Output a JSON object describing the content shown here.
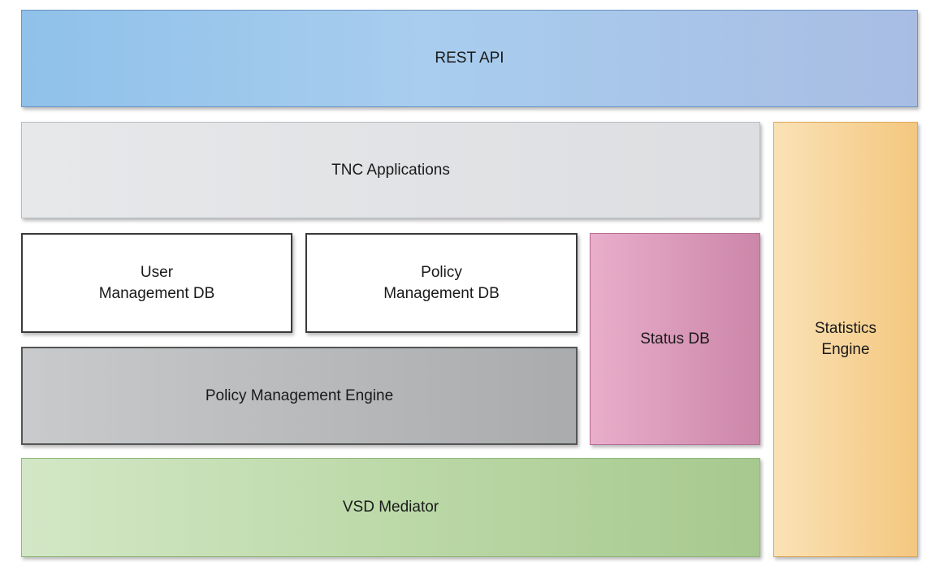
{
  "diagram": {
    "blocks": [
      {
        "id": "rest_api",
        "label": "REST API",
        "color": "#a8cdee"
      },
      {
        "id": "tnc_applications",
        "label": "TNC Applications",
        "color": "#dfe1e4"
      },
      {
        "id": "user_management_db",
        "label": "User\nManagement DB",
        "color": "#ffffff"
      },
      {
        "id": "policy_management_db",
        "label": "Policy\nManagement DB",
        "color": "#ffffff"
      },
      {
        "id": "policy_management_engine",
        "label": "Policy Management Engine",
        "color": "#b4b6b8"
      },
      {
        "id": "status_db",
        "label": "Status DB",
        "color": "#d996b8"
      },
      {
        "id": "vsd_mediator",
        "label": "VSD Mediator",
        "color": "#bcd9a8"
      },
      {
        "id": "statistics_engine",
        "label": "Statistics\nEngine",
        "color": "#f6d295"
      }
    ]
  }
}
